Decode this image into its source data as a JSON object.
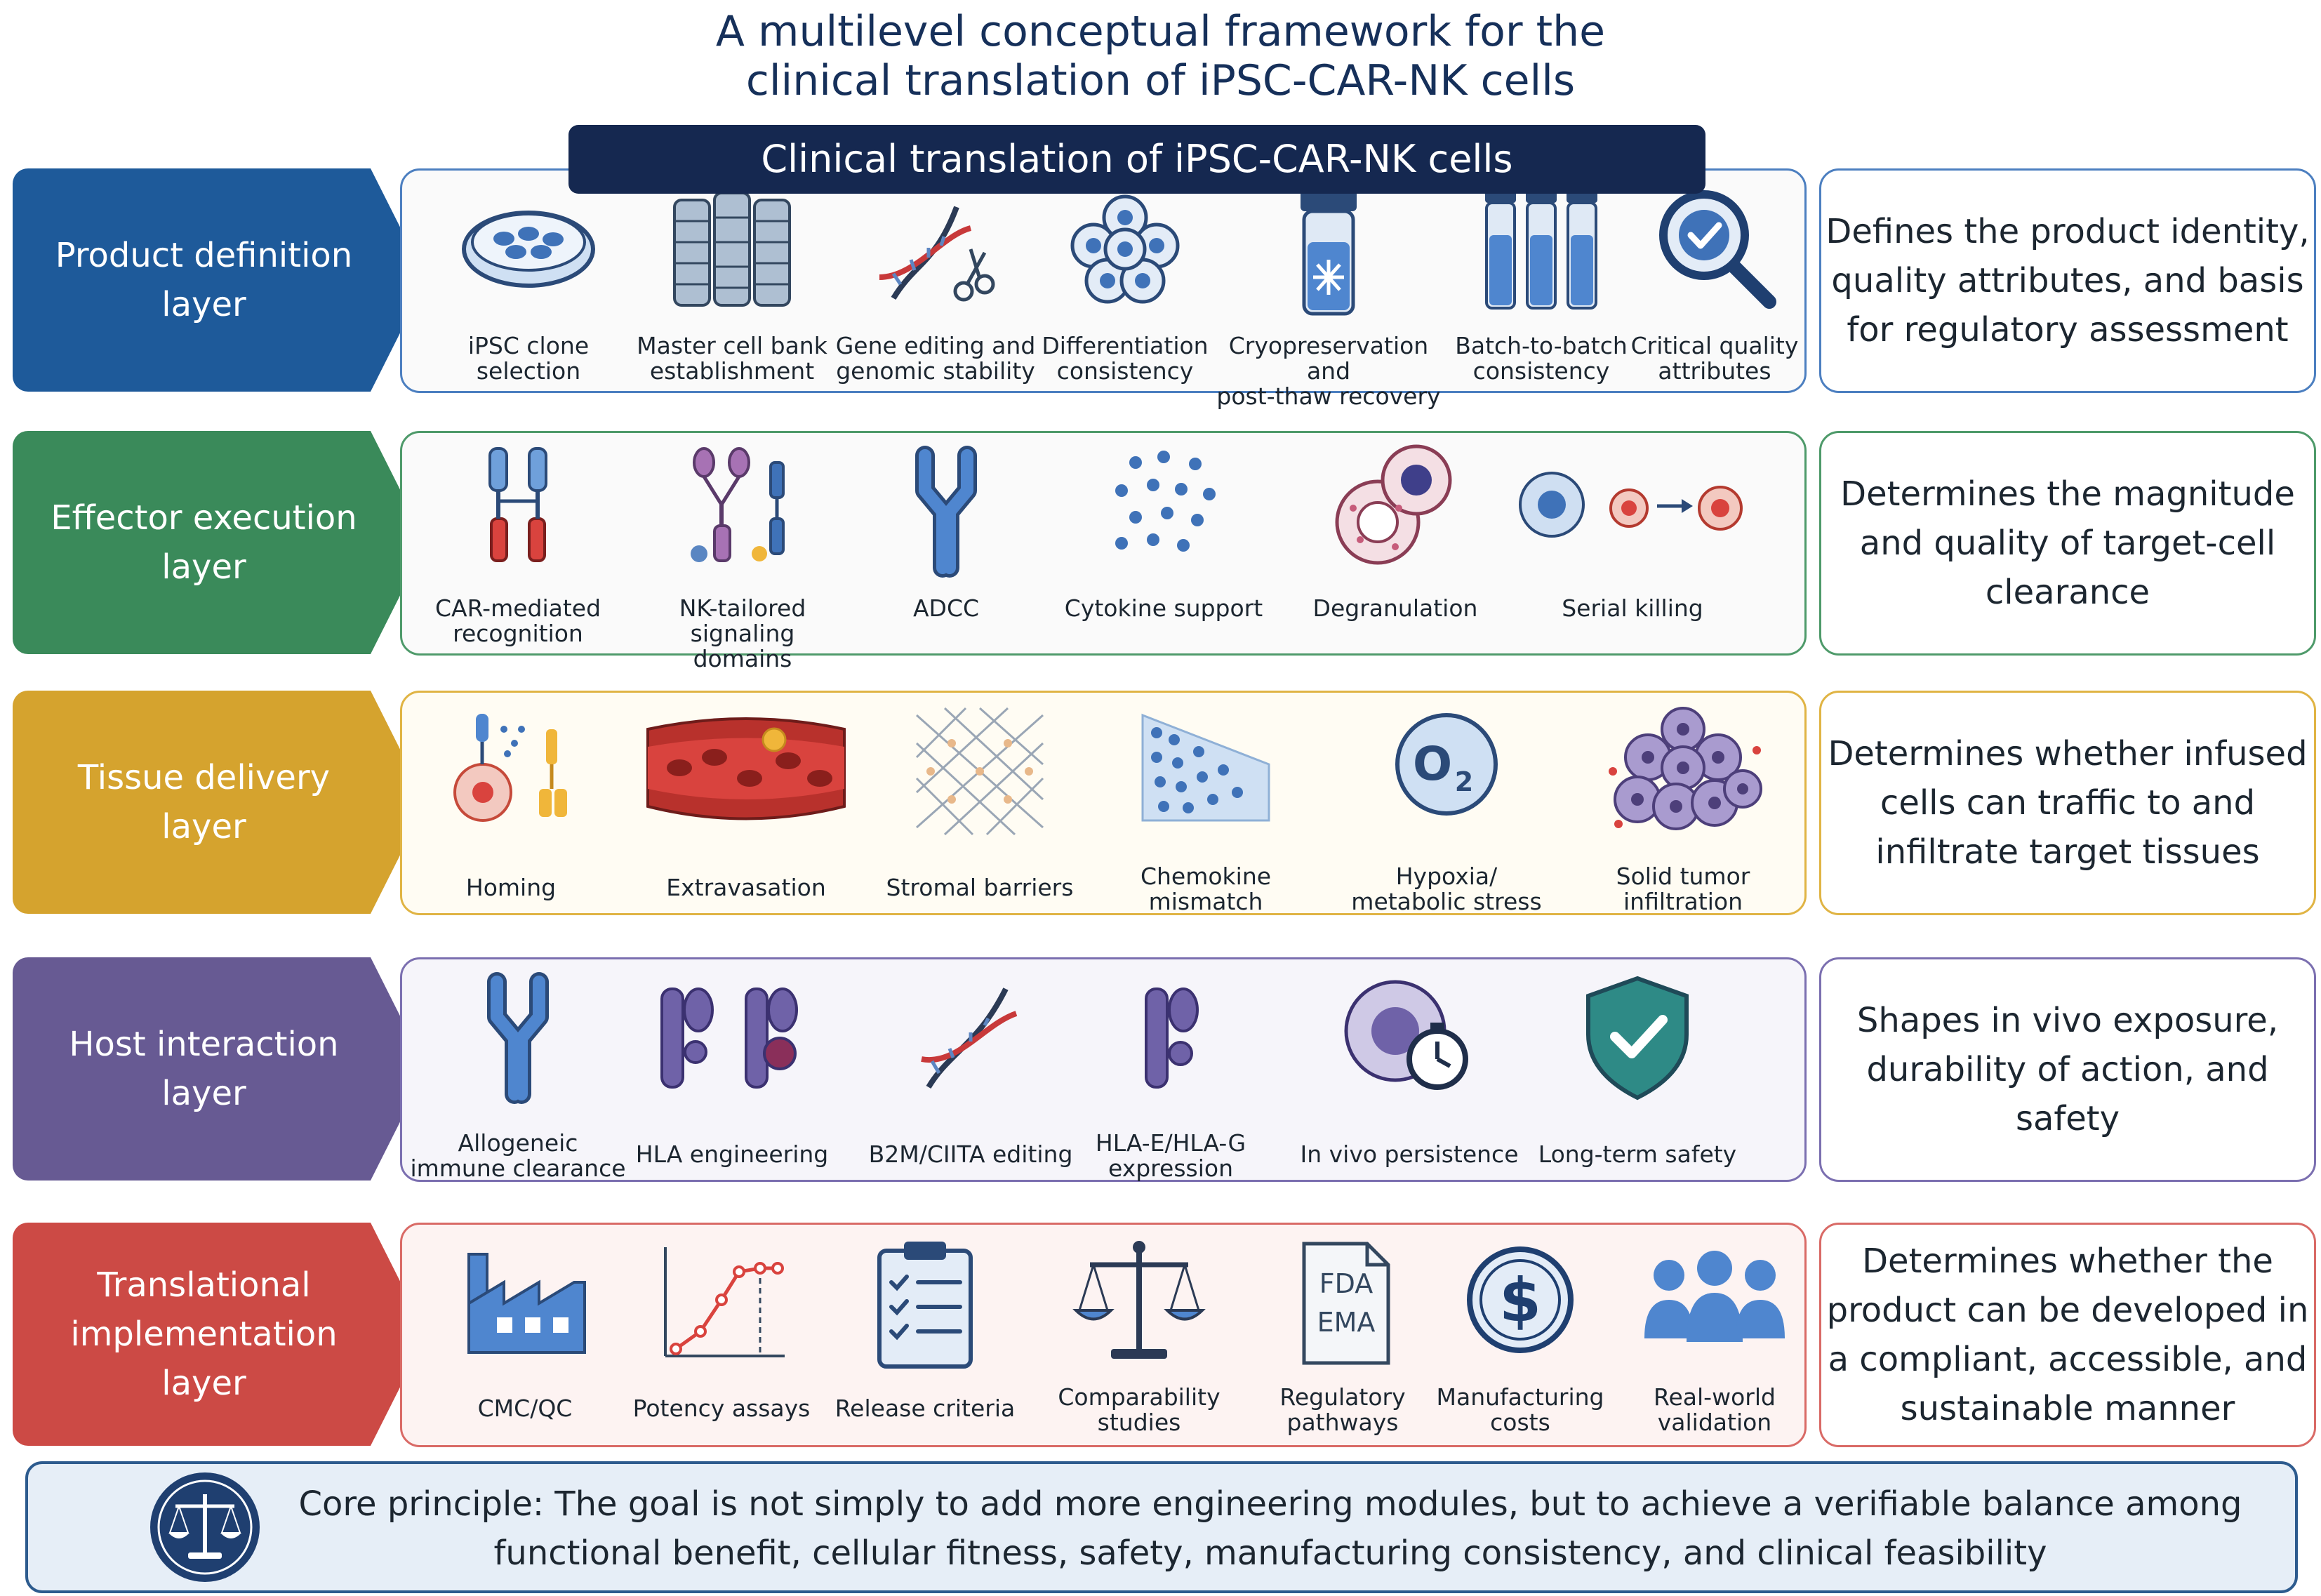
{
  "title": "A multilevel conceptual framework for the clinical translation of iPSC-CAR-NK cells",
  "header_bar": "Clinical translation of iPSC-CAR-NK cells",
  "layers": [
    {
      "name": "Product definition\nlayer",
      "color": "#1e5a9a",
      "description": "Defines the product identity,\nquality attributes, and basis\nfor regulatory assessment",
      "items": [
        {
          "label": "iPSC clone\nselection",
          "icon": "petri-dish-icon"
        },
        {
          "label": "Master cell bank\nestablishment",
          "icon": "cell-bank-tanks-icon"
        },
        {
          "label": "Gene editing and\ngenomic stability",
          "icon": "dna-scissors-icon"
        },
        {
          "label": "Differentiation\nconsistency",
          "icon": "cell-cluster-icon"
        },
        {
          "label": "Cryopreservation and\npost-thaw recovery",
          "icon": "cryovial-icon"
        },
        {
          "label": "Batch-to-batch\nconsistency",
          "icon": "vials-icon"
        },
        {
          "label": "Critical quality\nattributes",
          "icon": "magnifier-check-icon"
        }
      ]
    },
    {
      "name": "Effector execution\nlayer",
      "color": "#3a8a5a",
      "description": "Determines the magnitude\nand quality of target-cell\nclearance",
      "items": [
        {
          "label": "CAR-mediated\nrecognition",
          "icon": "car-receptor-icon"
        },
        {
          "label": "NK-tailored signaling\ndomains",
          "icon": "signaling-domain-icon"
        },
        {
          "label": "ADCC",
          "icon": "antibody-icon"
        },
        {
          "label": "Cytokine support",
          "icon": "cytokine-dots-icon"
        },
        {
          "label": "Degranulation",
          "icon": "degranulation-icon"
        },
        {
          "label": "Serial killing",
          "icon": "serial-killing-icon"
        }
      ]
    },
    {
      "name": "Tissue delivery\nlayer",
      "color": "#d5a32e",
      "description": "Determines whether infused\ncells can traffic to and\ninfiltrate target tissues",
      "items": [
        {
          "label": "Homing",
          "icon": "homing-icon"
        },
        {
          "label": "Extravasation",
          "icon": "blood-vessel-icon"
        },
        {
          "label": "Stromal barriers",
          "icon": "stroma-mesh-icon"
        },
        {
          "label": "Chemokine\nmismatch",
          "icon": "chemokine-gradient-icon"
        },
        {
          "label": "Hypoxia/\nmetabolic stress",
          "icon": "oxygen-icon"
        },
        {
          "label": "Solid tumor\ninfiltration",
          "icon": "tumor-mass-icon"
        }
      ]
    },
    {
      "name": "Host interaction\nlayer",
      "color": "#675a93",
      "description": "Shapes in vivo exposure,\ndurability of action, and\nsafety",
      "items": [
        {
          "label": "Allogeneic\nimmune clearance",
          "icon": "antibody-icon"
        },
        {
          "label": "HLA engineering",
          "icon": "hla-molecules-icon"
        },
        {
          "label": "B2M/CIITA editing",
          "icon": "dna-icon"
        },
        {
          "label": "HLA-E/HLA-G\nexpression",
          "icon": "hla-molecule-icon"
        },
        {
          "label": "In vivo persistence",
          "icon": "cell-timer-icon"
        },
        {
          "label": "Long-term safety",
          "icon": "shield-check-icon"
        }
      ]
    },
    {
      "name": "Translational\nimplementation\nlayer",
      "color": "#cc4a45",
      "description": "Determines whether the\nproduct can be developed in\na compliant, accessible, and\nsustainable manner",
      "items": [
        {
          "label": "CMC/QC",
          "icon": "factory-icon"
        },
        {
          "label": "Potency assays",
          "icon": "dose-curve-icon"
        },
        {
          "label": "Release criteria",
          "icon": "checklist-icon"
        },
        {
          "label": "Comparability\nstudies",
          "icon": "balance-scale-icon"
        },
        {
          "label": "Regulatory\npathways",
          "icon": "fda-ema-document-icon",
          "text": "FDA\nEMA"
        },
        {
          "label": "Manufacturing\ncosts",
          "icon": "dollar-coin-icon"
        },
        {
          "label": "Real-world\nvalidation",
          "icon": "people-group-icon"
        }
      ]
    }
  ],
  "core_principle": {
    "icon": "balance-scale-icon",
    "text": "Core principle: The goal is not simply to add more engineering modules, but to achieve a verifiable balance among functional benefit, cellular fitness, safety, manufacturing consistency, and clinical feasibility"
  }
}
